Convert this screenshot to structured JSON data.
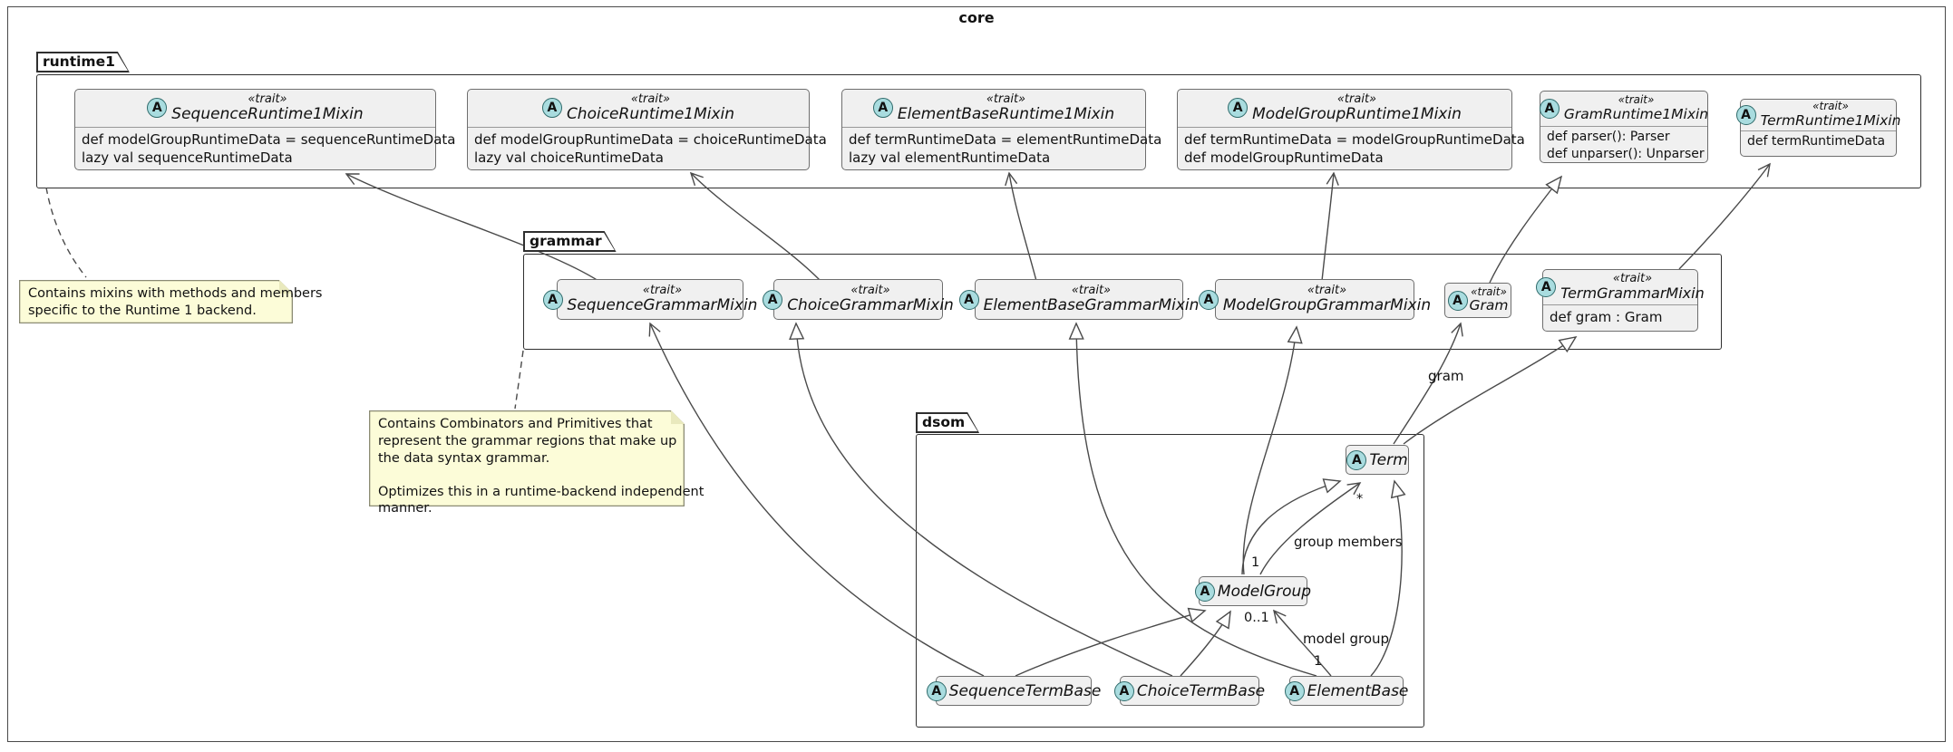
{
  "diagram": {
    "title": "core"
  },
  "icon": {
    "letter": "A"
  },
  "labels": {
    "trait_stereotype": "«trait»"
  },
  "packages": {
    "runtime1": {
      "name": "runtime1"
    },
    "grammar": {
      "name": "grammar"
    },
    "dsom": {
      "name": "dsom"
    }
  },
  "classes": {
    "sequenceRuntime1Mixin": {
      "name": "SequenceRuntime1Mixin",
      "members": [
        "def modelGroupRuntimeData = sequenceRuntimeData",
        "lazy val sequenceRuntimeData"
      ]
    },
    "choiceRuntime1Mixin": {
      "name": "ChoiceRuntime1Mixin",
      "members": [
        "def modelGroupRuntimeData = choiceRuntimeData",
        "lazy val choiceRuntimeData"
      ]
    },
    "elementBaseRuntime1Mixin": {
      "name": "ElementBaseRuntime1Mixin",
      "members": [
        "def termRuntimeData = elementRuntimeData",
        "lazy val elementRuntimeData"
      ]
    },
    "modelGroupRuntime1Mixin": {
      "name": "ModelGroupRuntime1Mixin",
      "members": [
        "def termRuntimeData = modelGroupRuntimeData",
        "def modelGroupRuntimeData"
      ]
    },
    "gramRuntime1Mixin": {
      "name": "GramRuntime1Mixin",
      "members": [
        "def parser(): Parser",
        "def unparser(): Unparser"
      ]
    },
    "termRuntime1Mixin": {
      "name": "TermRuntime1Mixin",
      "members": [
        "def termRuntimeData"
      ]
    },
    "sequenceGrammarMixin": {
      "name": "SequenceGrammarMixin"
    },
    "choiceGrammarMixin": {
      "name": "ChoiceGrammarMixin"
    },
    "elementBaseGrammarMixin": {
      "name": "ElementBaseGrammarMixin"
    },
    "modelGroupGrammarMixin": {
      "name": "ModelGroupGrammarMixin"
    },
    "gram": {
      "name": "Gram"
    },
    "termGrammarMixin": {
      "name": "TermGrammarMixin",
      "members": [
        "def gram : Gram"
      ]
    },
    "term": {
      "name": "Term"
    },
    "modelGroup": {
      "name": "ModelGroup"
    },
    "sequenceTermBase": {
      "name": "SequenceTermBase"
    },
    "choiceTermBase": {
      "name": "ChoiceTermBase"
    },
    "elementBase": {
      "name": "ElementBase"
    }
  },
  "notes": {
    "runtime1_note": {
      "lines": [
        "Contains mixins with methods and members",
        "specific to the Runtime 1 backend."
      ]
    },
    "grammar_note": {
      "lines": [
        "Contains Combinators and Primitives that",
        "represent the grammar regions that make up",
        "the data syntax grammar.",
        "",
        "Optimizes this in a runtime-backend independent",
        "manner."
      ]
    }
  },
  "edge_labels": {
    "gram": "gram",
    "group_members": "group members",
    "model_group": "model group",
    "mult_one_group_members": "1",
    "mult_star_group_members": "*",
    "mult_zero_or_one": "0..1",
    "mult_one_model_group": "1"
  },
  "colors": {
    "abstract_icon_bg": "#A9DCDF",
    "class_fill": "#F0F0F0",
    "note_fill": "#FCFCD8",
    "line": "#4A4A4A"
  }
}
